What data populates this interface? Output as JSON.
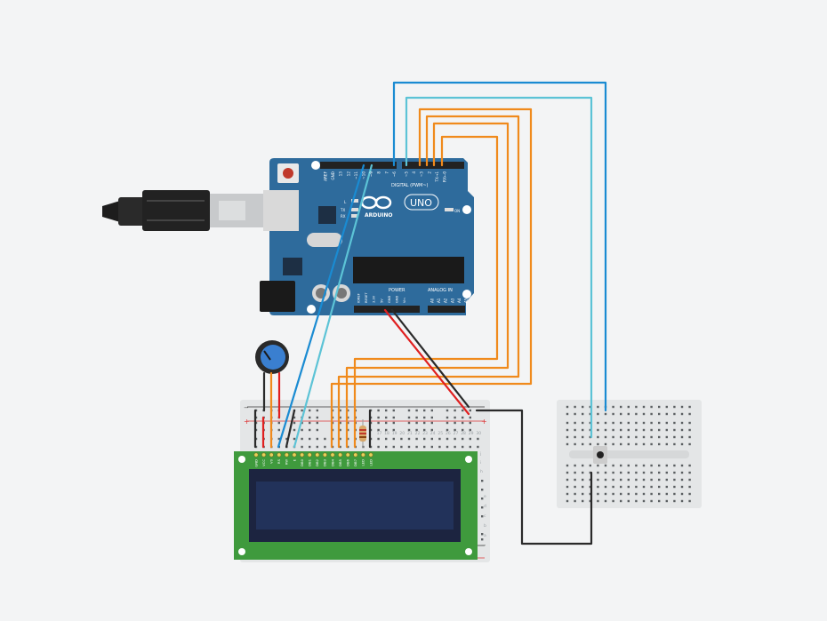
{
  "arduino": {
    "brand": "ARDUINO",
    "model": "UNO",
    "digital_label": "DIGITAL (PWM~)",
    "power_label": "POWER",
    "analog_label": "ANALOG IN",
    "on_label": "ON",
    "led_labels": [
      "L",
      "TX",
      "RX"
    ],
    "digital_pins": [
      "AREF",
      "GND",
      "13",
      "12",
      "~11",
      "~10",
      "~9",
      "8",
      "7",
      "~6",
      "~5",
      "4",
      "~3",
      "2",
      "TX→1",
      "RX←0"
    ],
    "power_pins": [
      "IOREF",
      "RESET",
      "3.3V",
      "5V",
      "GND",
      "GND",
      "Vin"
    ],
    "analog_pins": [
      "A0",
      "A1",
      "A2",
      "A3",
      "A4",
      "A5"
    ]
  },
  "lcd": {
    "pins": [
      "GND",
      "VCC",
      "V0",
      "RS",
      "RW",
      "E",
      "DB0",
      "DB1",
      "DB2",
      "DB3",
      "DB4",
      "DB5",
      "DB6",
      "DB7",
      "LED",
      "LED"
    ]
  },
  "breadboard": {
    "columns": [
      "1",
      "2",
      "3",
      "4",
      "5",
      "6",
      "7",
      "8",
      "9",
      "10",
      "11",
      "12",
      "13",
      "14",
      "15",
      "16",
      "17",
      "18",
      "19",
      "20",
      "21",
      "22",
      "23",
      "24",
      "25",
      "26",
      "27",
      "28",
      "29",
      "30"
    ],
    "rows_top": [
      "j",
      "i",
      "h",
      "g",
      "f"
    ],
    "rows_bottom": [
      "e",
      "d",
      "c",
      "b",
      "a"
    ],
    "rail_plus": "+",
    "rail_minus": "−"
  },
  "colors": {
    "background": "#f3f4f5",
    "arduino": "#2e6b9c",
    "wire_blue": "#1a8bd2",
    "wire_cyan": "#5cc3d6",
    "wire_orange": "#f08a1c",
    "wire_red": "#e02020",
    "wire_black": "#2a2a2a",
    "lcd_board": "#3f9a3d",
    "lcd_screen": "#1e2a4a"
  }
}
